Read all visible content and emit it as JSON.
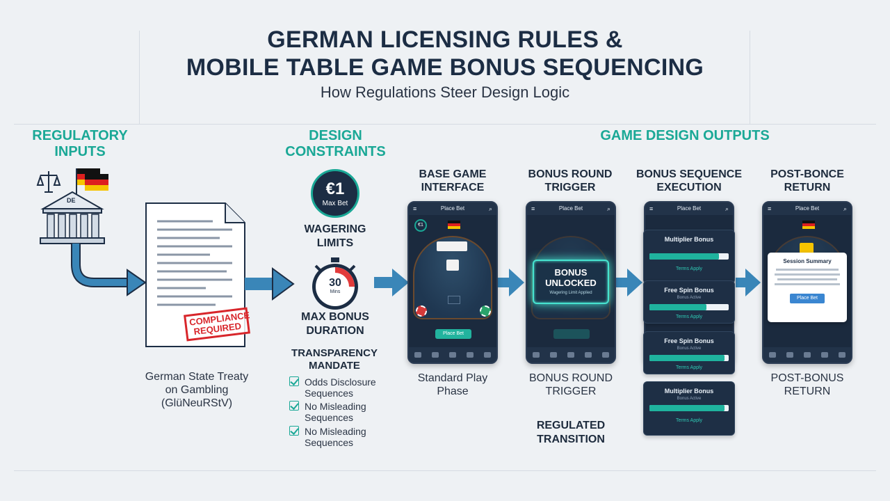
{
  "title": {
    "line1": "GERMAN LICENSING RULES &",
    "line2": "MOBILE TABLE GAME BONUS SEQUENCING",
    "subtitle": "How Regulations Steer Design Logic"
  },
  "sections": {
    "regulatory": "REGULATORY\nINPUTS",
    "constraints": "DESIGN\nCONSTRAINTS",
    "outputs": "GAME DESIGN OUTPUTS"
  },
  "regulatory": {
    "building_label": "DE",
    "stamp": "COMPLIANCE REQUIRED",
    "caption": "German State Treaty\non Gambling\n(GlüNeuRStV)"
  },
  "constraints": {
    "max_bet_value": "€1",
    "max_bet_label": "Max Bet",
    "wagering": "WAGERING\nLIMITS",
    "timer_value": "30",
    "timer_unit": "Mins",
    "duration": "MAX BONUS\nDURATION",
    "transparency": "TRANSPARENCY\nMANDATE",
    "checklist": [
      "Odds Disclosure\nSequences",
      "No Misleading\nSequences",
      "No Misleading\nSequences"
    ]
  },
  "columns": [
    {
      "head": "BASE GAME\nINTERFACE",
      "caption": "Standard Play\nPhase"
    },
    {
      "head": "BONUS ROUND\nTRIGGER",
      "caption": "BONUS ROUND\nTRIGGER",
      "extra": "REGULATED\nTRANSITION"
    },
    {
      "head": "BONUS SEQUENCE\nEXECUTION"
    },
    {
      "head": "POST-BONCE\nRETURN",
      "caption": "POST-BONUS\nRETURN"
    }
  ],
  "phones": {
    "bar_title": "Place Bet",
    "chip_value": "€1",
    "place_bet_button": "Place Bet",
    "bonus_unlocked": "BONUS\nUNLOCKED",
    "bonus_sub": "Wagering Limit Applied",
    "session_title": "Session Summary",
    "session_button": "Place Bet"
  },
  "bonus_cards": [
    {
      "label": "Multiplier Bonus",
      "sub": "",
      "progress": 0.88,
      "terms": "Terms Apply"
    },
    {
      "label": "Free Spin Bonus",
      "sub": "Bonus Active",
      "progress": 0.72,
      "terms": "Terms Apply"
    },
    {
      "label": "Free Spin Bonus",
      "sub": "Bonus Active",
      "progress": 0.95,
      "terms": "Terms Apply"
    },
    {
      "label": "Multiplier Bonus",
      "sub": "Bonus Active",
      "progress": 0.95,
      "terms": "Terms Apply"
    }
  ],
  "colors": {
    "teal": "#1aa896",
    "navy": "#1c2d44",
    "arrow_blue": "#3a86b8",
    "flag_black": "#111111",
    "flag_red": "#dd1f1f",
    "flag_gold": "#f6c400"
  }
}
